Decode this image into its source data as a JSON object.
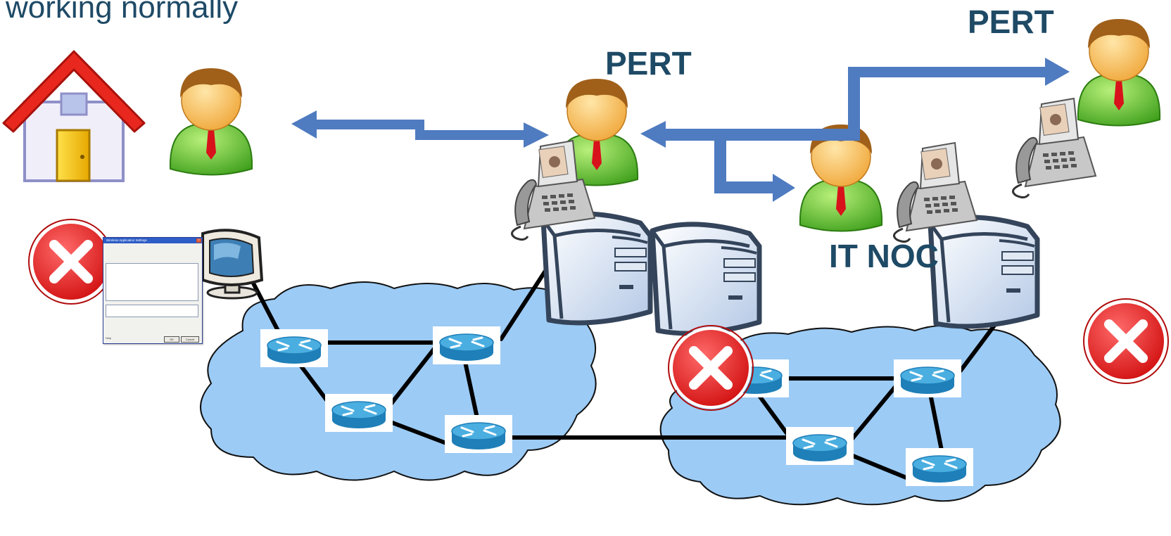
{
  "caption": "working normally",
  "labels": {
    "pert_center": "PERT",
    "pert_right": "PERT",
    "it_noc": "IT NOC"
  },
  "colors": {
    "label": "#1e4a66",
    "arrow": "#4f7bc0",
    "cloud": "#9ccbf5",
    "router": "#2f8fc4",
    "error": "#e01b1b",
    "server": "#c9d9ef"
  },
  "dialog": {
    "title": "Wireless Application Settings",
    "ok": "OK",
    "cancel": "Cancel",
    "help": "Help"
  },
  "icons": [
    "house-icon",
    "person-icon",
    "phone-icon",
    "server-icon",
    "monitor-icon",
    "router-icon",
    "error-icon",
    "cloud-icon"
  ]
}
